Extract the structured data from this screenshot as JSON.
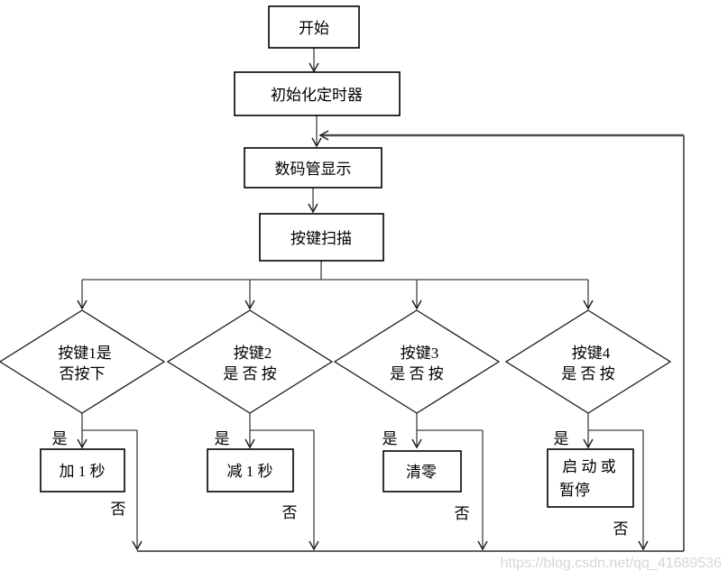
{
  "diagram": {
    "nodes": {
      "start": {
        "label": "开始"
      },
      "init_timer": {
        "label": "初始化定时器"
      },
      "display": {
        "label": "数码管显示"
      },
      "key_scan": {
        "label": "按键扫描"
      },
      "key1": {
        "line1": "按键1是",
        "line2": "否按下"
      },
      "key2": {
        "line1": "按键2",
        "line2": "是 否 按"
      },
      "key3": {
        "line1": "按键3",
        "line2": "是 否 按"
      },
      "key4": {
        "line1": "按键4",
        "line2": "是 否 按"
      },
      "add_1s": {
        "label": "加 1 秒"
      },
      "sub_1s": {
        "label": "减 1 秒"
      },
      "clear": {
        "label": "清零"
      },
      "start_pause": {
        "line1": "启 动 或",
        "line2": "暂停"
      }
    },
    "labels": {
      "yes": "是",
      "no": "否"
    },
    "colors": {
      "background": "#ffffff",
      "line": "#404040",
      "box_border": "#000000",
      "watermark": "#d6d6d6"
    }
  },
  "watermark": {
    "text": "https://blog.csdn.net/qq_41689536"
  }
}
